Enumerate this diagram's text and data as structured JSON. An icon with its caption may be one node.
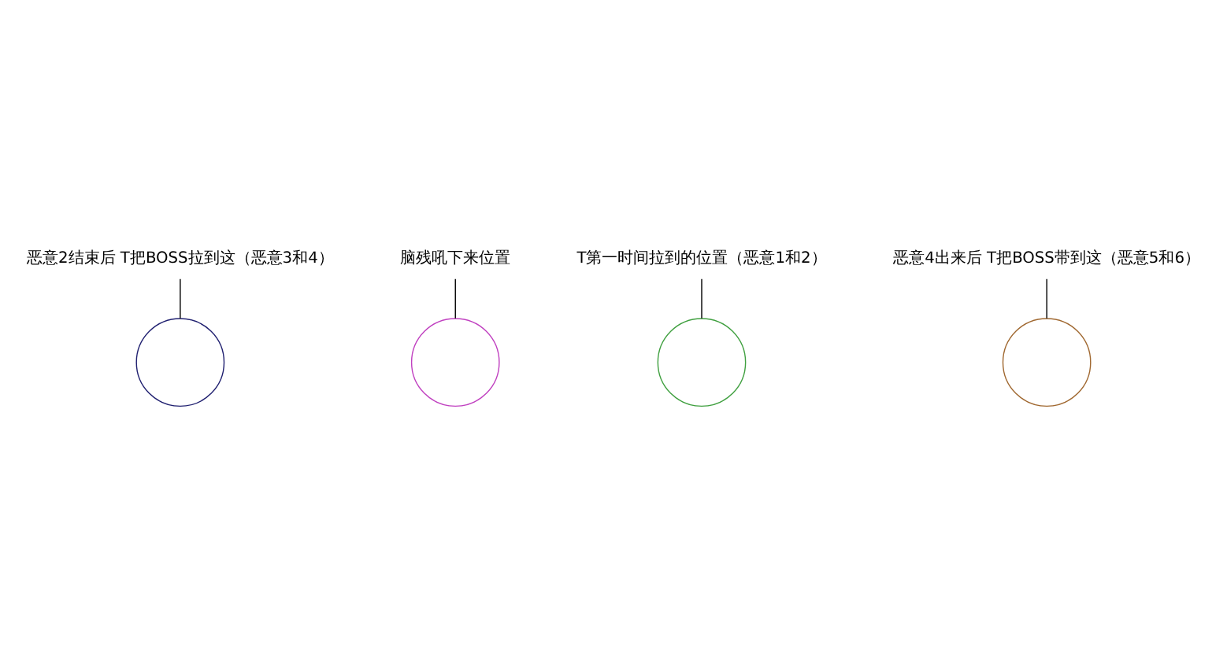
{
  "diagram": {
    "nodes": [
      {
        "text": [],
        "shape": "circle"
      },
      {
        "text": [],
        "shape": "circle"
      },
      {
        "text": [],
        "shape": "circle"
      },
      {
        "text": [],
        "shape": "circle"
      },
      {
        "text": [
          "T第一时间拉到的位置（恶意1和2）"
        ]
      },
      {
        "text": [
          "脑残吼下来位置"
        ]
      },
      {
        "text": [
          "恶意2结束后 T把BOSS拉到这（恶意3和4）"
        ]
      },
      {
        "text": [
          "恶意4出来后 T把BOSS带到这（恶意5和6）"
        ]
      }
    ],
    "edges": [
      {
        "from": 6,
        "to": 0,
        "arrow": "none"
      },
      {
        "from": 5,
        "to": 1,
        "arrow": "none"
      },
      {
        "from": 4,
        "to": 2,
        "arrow": "none"
      },
      {
        "from": 7,
        "to": 3,
        "arrow": "none"
      }
    ]
  }
}
